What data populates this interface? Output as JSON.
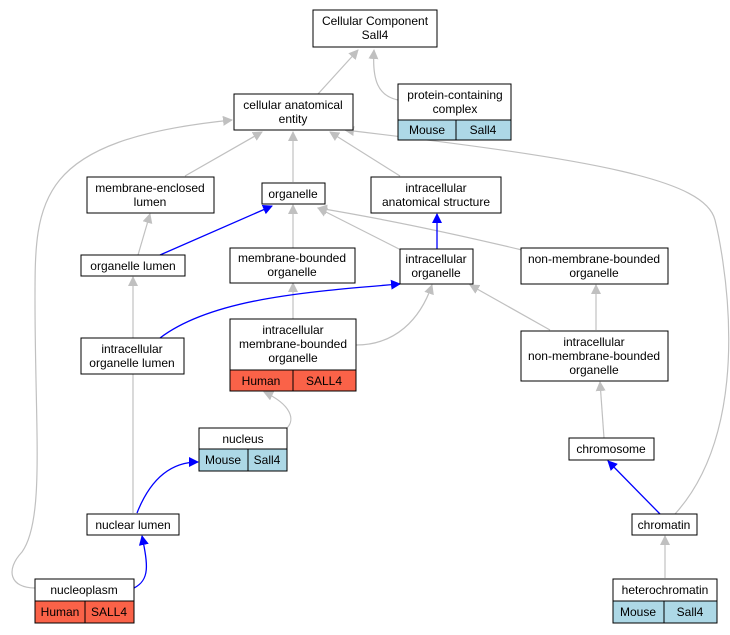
{
  "nodes": {
    "root": [
      "Cellular Component",
      "Sall4"
    ],
    "cae": [
      "cellular anatomical",
      "entity"
    ],
    "pcc": [
      "protein-containing",
      "complex"
    ],
    "mel": [
      "membrane-enclosed",
      "lumen"
    ],
    "org": [
      "organelle"
    ],
    "ias": [
      "intracellular",
      "anatomical structure"
    ],
    "orglumen": [
      "organelle lumen"
    ],
    "mbo": [
      "membrane-bounded",
      "organelle"
    ],
    "io": [
      "intracellular",
      "organelle"
    ],
    "nmbo": [
      "non-membrane-bounded",
      "organelle"
    ],
    "iol": [
      "intracellular",
      "organelle lumen"
    ],
    "imbo": [
      "intracellular",
      "membrane-bounded",
      "organelle"
    ],
    "inmbo": [
      "intracellular",
      "non-membrane-bounded",
      "organelle"
    ],
    "nucleus": [
      "nucleus"
    ],
    "chromosome": [
      "chromosome"
    ],
    "nl": [
      "nuclear lumen"
    ],
    "chromatin": [
      "chromatin"
    ],
    "np": [
      "nucleoplasm"
    ],
    "hc": [
      "heterochromatin"
    ]
  },
  "annotations": {
    "pcc": [
      "Mouse",
      "Sall4"
    ],
    "imbo": [
      "Human",
      "SALL4"
    ],
    "nucleus": [
      "Mouse",
      "Sall4"
    ],
    "np": [
      "Human",
      "SALL4"
    ],
    "hc": [
      "Mouse",
      "Sall4"
    ]
  },
  "colors": {
    "mouse": "#add8e6",
    "human": "#fa6248",
    "edge_grey": "#c0c0c0",
    "edge_blue": "#0000ff"
  }
}
